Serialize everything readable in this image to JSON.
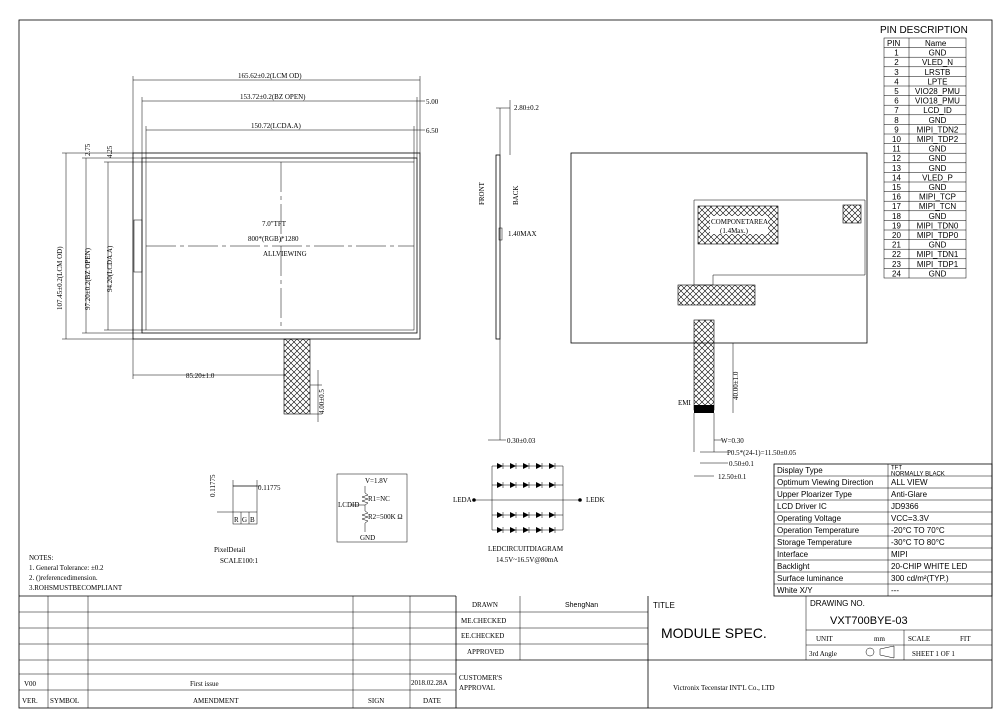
{
  "front_view": {
    "dims": {
      "w_lcm": "165.62±0.2(LCM OD)",
      "w_bz": "153.72±0.2(BZ OPEN)",
      "w_aa": "150.72(LCDA.A)",
      "off_5": "5.00",
      "off_65": "6.50",
      "off_275": "2.75",
      "off_425": "4.25",
      "h_lcm": "107.45±0.2(LCM OD)",
      "h_bz": "97.20±0.2(BZ OPEN)",
      "h_aa": "94.20(LCDA.A)",
      "fpc_pos": "85.20±1.0",
      "fpc_h": "4.00±0.5"
    },
    "center_text": [
      "7.0\"TFT",
      "800*(RGB)*1280",
      "ALLVIEWING"
    ]
  },
  "side_view": {
    "thick": "2.80±0.2",
    "front": "FRONT",
    "back": "BACK",
    "max": "1.40MAX",
    "bottom": "0.30±0.03"
  },
  "back_view": {
    "component_area": [
      "COMPONETAREA",
      "(1.4Max.)"
    ],
    "emi": "EMI",
    "fpc_len": "40.00±1.0",
    "pitch_w": "W=0.30",
    "pitch": "P0.5*(24-1)=11.50±0.05",
    "d050": "0.50±0.1",
    "d1250": "12.50±0.1"
  },
  "pixel_detail": {
    "top_dim": "0.11775",
    "side_dim": "0.11775",
    "letters": [
      "R",
      "G",
      "B"
    ],
    "title": "PixelDetail",
    "scale": "SCALE100:1"
  },
  "lcd_circuit": {
    "vin": "V=1.8V",
    "r1": "R1=NC",
    "r2": "R2=500K Ω",
    "id": "LCDID",
    "gnd": "GND"
  },
  "led_circuit": {
    "leda": "LEDA",
    "ledk": "LEDK",
    "title": "LEDCIRCUITDIAGRAM",
    "spec": "14.5V~16.5V@80mA"
  },
  "notes": {
    "title": "NOTES:",
    "items": [
      "1. General Tolerance: ±0.2",
      "2. ()referencedimension.",
      "3.ROHSMUSTBECOMPLIANT"
    ]
  },
  "pin_desc": {
    "title": "PIN  DESCRIPTION",
    "headers": [
      "PIN",
      "Name"
    ],
    "rows": [
      [
        "1",
        "GND"
      ],
      [
        "2",
        "VLED_N"
      ],
      [
        "3",
        "LRSTB"
      ],
      [
        "4",
        "LPTE"
      ],
      [
        "5",
        "VIO28_PMU"
      ],
      [
        "6",
        "VIO18_PMU"
      ],
      [
        "7",
        "LCD_ID"
      ],
      [
        "8",
        "GND"
      ],
      [
        "9",
        "MIPI_TDN2"
      ],
      [
        "10",
        "MIPI_TDP2"
      ],
      [
        "11",
        "GND"
      ],
      [
        "12",
        "GND"
      ],
      [
        "13",
        "GND"
      ],
      [
        "14",
        "VLED_P"
      ],
      [
        "15",
        "GND"
      ],
      [
        "16",
        "MIPI_TCP"
      ],
      [
        "17",
        "MIPI_TCN"
      ],
      [
        "18",
        "GND"
      ],
      [
        "19",
        "MIPI_TDN0"
      ],
      [
        "20",
        "MIPI_TDP0"
      ],
      [
        "21",
        "GND"
      ],
      [
        "22",
        "MIPI_TDN1"
      ],
      [
        "23",
        "MIPI_TDP1"
      ],
      [
        "24",
        "GND"
      ]
    ]
  },
  "spec_table": {
    "rows": [
      [
        "Display Type",
        "TFT|NORMALLY BLACK"
      ],
      [
        "Optimum Viewing Direction",
        "ALL VIEW"
      ],
      [
        "Upper Ploarizer Type",
        "Anti-Glare"
      ],
      [
        "LCD Driver IC",
        "JD9366"
      ],
      [
        "Operating Voltage",
        "VCC=3.3V"
      ],
      [
        "Operation Temperature",
        "-20°C TO 70°C"
      ],
      [
        "Storage Temperature",
        "-30°C TO 80°C"
      ],
      [
        "Interface",
        "MIPI"
      ],
      [
        "Backlight",
        "20-CHIP WHITE LED"
      ],
      [
        "Surface luminance",
        "300 cd/m²(TYP.)"
      ],
      [
        "White X/Y",
        "---"
      ]
    ]
  },
  "title_block": {
    "drawn_label": "DRAWN",
    "drawn_by": "ShengNan",
    "me_checked": "ME.CHECKED",
    "ee_checked": "EE.CHECKED",
    "approved": "APPROVED",
    "customer_approval": [
      "CUSTOMER'S",
      "APPROVAL"
    ],
    "title_label": "TITLE",
    "title": "MODULE  SPEC.",
    "drawing_no_label": "DRAWING  NO.",
    "drawing_no": "VXT700BYE-03",
    "unit_label": "UNIT",
    "unit": "mm",
    "scale_label": "SCALE",
    "scale": "FIT",
    "angle": "3rd Angle",
    "sheet": "SHEET  1  OF  1",
    "company": "Victronix Tecenstar INT'L Co., LTD",
    "revision": {
      "ver": "V00",
      "amendment": "First issue",
      "date": "2018.02.28A"
    },
    "footer": {
      "ver": "VER.",
      "symbol": "SYMBOL",
      "amendment": "AMENDMENT",
      "sign": "SIGN",
      "date": "DATE"
    }
  }
}
